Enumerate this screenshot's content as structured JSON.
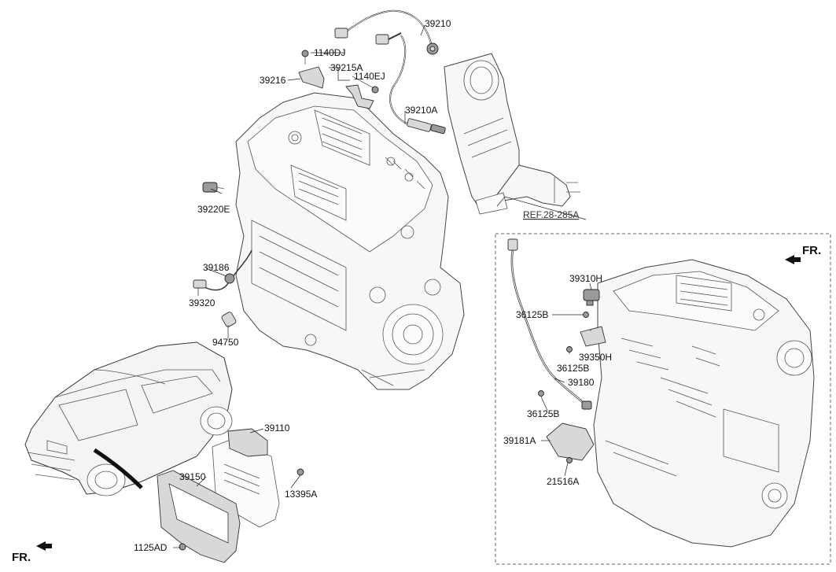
{
  "labels": {
    "p39210": "39210",
    "p1140DJ": "1140DJ",
    "p39215A": "39215A",
    "p39216": "39216",
    "p1140EJ": "1140EJ",
    "p39210A": "39210A",
    "p39220E": "39220E",
    "ref": "REF.28-285A",
    "p39186": "39186",
    "p39320": "39320",
    "p94750": "94750",
    "p39110": "39110",
    "p39150": "39150",
    "p13395A": "13395A",
    "p1125AD": "1125AD",
    "p39310H": "39310H",
    "p36125B_1": "36125B",
    "p39350H": "39350H",
    "p36125B_2": "36125B",
    "p39180": "39180",
    "p36125B_3": "36125B",
    "p39181A": "39181A",
    "p21516A": "21516A",
    "fr_bottom": "FR.",
    "fr_inset": "FR."
  }
}
